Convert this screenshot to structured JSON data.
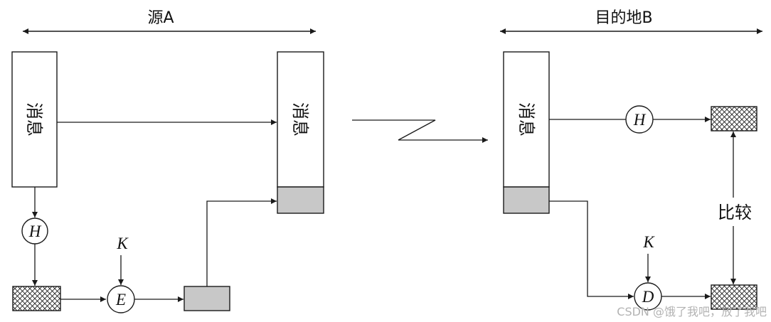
{
  "diagram": {
    "source_label": "源A",
    "dest_label": "目的地B",
    "message_label": "消息",
    "hash_label": "H",
    "key_label": "K",
    "encrypt_label": "E",
    "decrypt_label": "D",
    "compare_label": "比较"
  },
  "colors": {
    "stroke": "#1a1a1a",
    "gray_fill": "#c8c8c8",
    "background": "#ffffff"
  },
  "watermark": "CSDN @饿了我吧，放了我吧"
}
